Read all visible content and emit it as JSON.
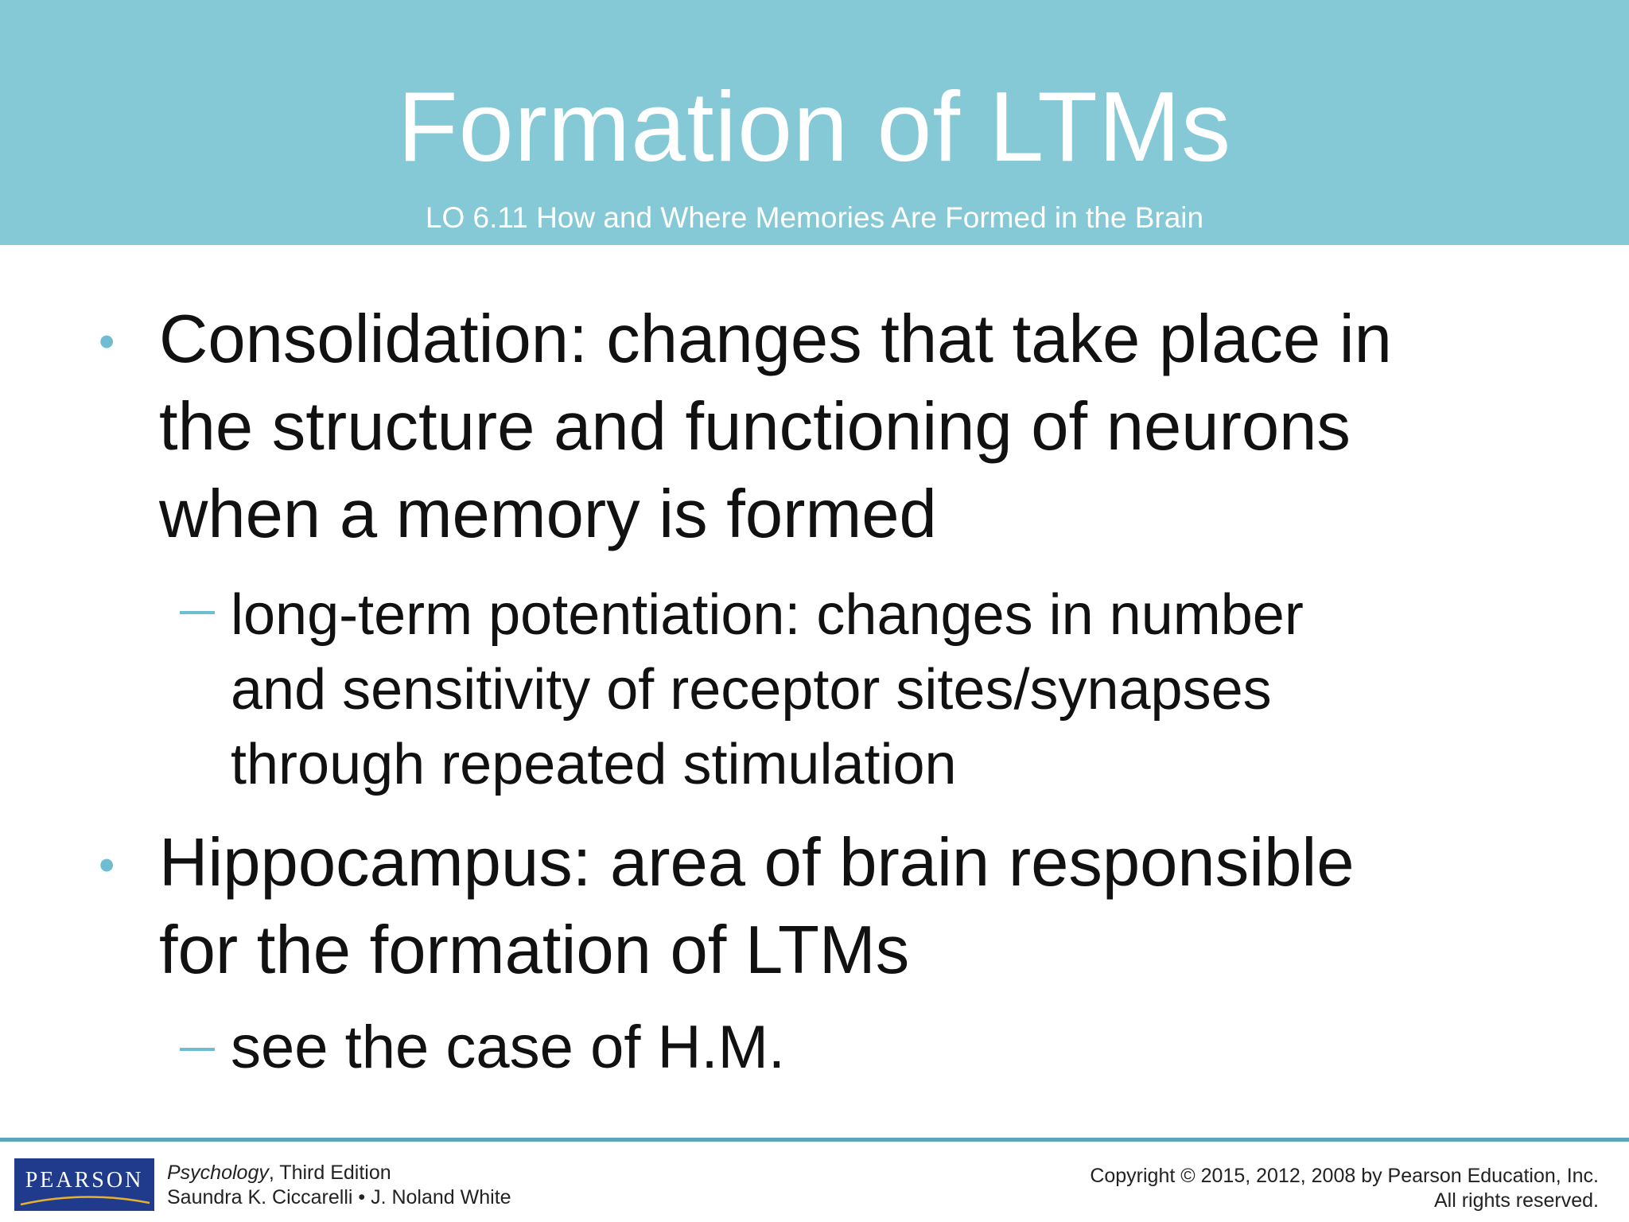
{
  "header": {
    "title": "Formation of LTMs",
    "subtitle": "LO 6.11 How and Where Memories Are Formed in the Brain"
  },
  "body": {
    "bullet_glyph": "•",
    "items": [
      {
        "lines": [
          "Consolidation: changes that take place in",
          "the structure and functioning of neurons",
          "when a memory is formed"
        ],
        "sub": {
          "lines": [
            " long-term potentiation: changes in number",
            "and sensitivity of receptor sites/synapses",
            "through repeated stimulation"
          ]
        }
      },
      {
        "lines": [
          "Hippocampus: area of brain responsible",
          "for the formation of LTMs"
        ],
        "sub": {
          "lines": [
            "see the case of H.M."
          ]
        }
      }
    ]
  },
  "footer": {
    "logo_text": "PEARSON",
    "book_title": "Psychology",
    "book_edition": ", Third Edition",
    "authors": "Saundra K. Ciccarelli • J. Noland White",
    "copyright_line1": "Copyright © 2015, 2012, 2008 by Pearson Education, Inc.",
    "copyright_line2": "All rights reserved."
  },
  "colors": {
    "header_bg": "#86c9d6",
    "accent": "#6fbdd0",
    "logo_bg": "#213b8c",
    "text": "#111111"
  }
}
